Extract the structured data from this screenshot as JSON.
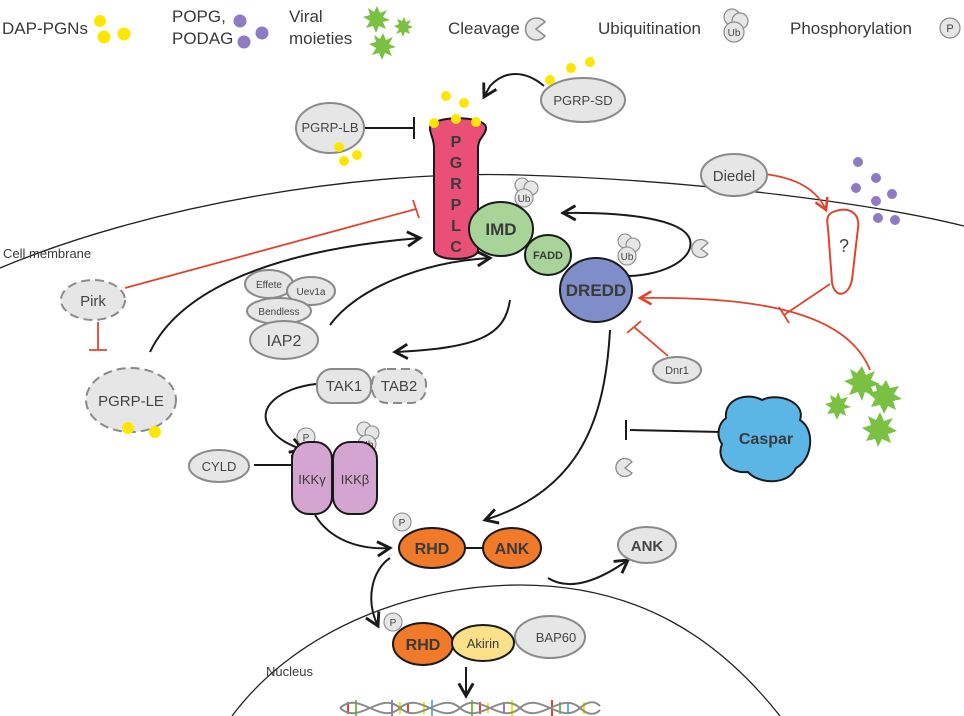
{
  "legend": {
    "dap_pgns": "DAP-PGNs",
    "popg_line1": "POPG,",
    "popg_line2": "PODAG",
    "viral_line1": "Viral",
    "viral_line2": "moieties",
    "cleavage": "Cleavage",
    "ubiquitination": "Ubiquitination",
    "phosphorylation": "Phosphorylation",
    "ub": "Ub",
    "p": "P"
  },
  "labels": {
    "cell_membrane": "Cell membrane",
    "nucleus": "Nucleus"
  },
  "nodes": {
    "pgrp_sd": "PGRP-SD",
    "pgrp_lb": "PGRP-LB",
    "pgrp_lc_letters": [
      "P",
      "G",
      "R",
      "P",
      "L",
      "C"
    ],
    "imd": "IMD",
    "fadd": "FADD",
    "dredd": "DREDD",
    "diedel": "Diedel",
    "unknown_receptor": "?",
    "pirk": "Pirk",
    "effete": "Effete",
    "uev1a": "Uev1a",
    "bendless": "Bendless",
    "iap2": "IAP2",
    "pgrp_le": "PGRP-LE",
    "tak1": "TAK1",
    "tab2": "TAB2",
    "dnr1": "Dnr1",
    "caspar": "Caspar",
    "cyld": "CYLD",
    "ikk_gamma": "IKKγ",
    "ikk_beta": "IKKβ",
    "rhd": "RHD",
    "ank": "ANK",
    "ank_cleaved": "ANK",
    "rhd_nuclear": "RHD",
    "akirin": "Akirin",
    "bap60": "BAP60"
  },
  "colors": {
    "yellow_pgn": "#fde700",
    "purple_lipid": "#8e7bc4",
    "viral_green": "#7ac143",
    "pgrp_lc": "#e94f77",
    "imd": "#a8d49a",
    "dredd": "#7f8ec8",
    "ikk": "#d4a5d0",
    "rhd_ank": "#f07a2a",
    "akirin": "#fbe08a",
    "caspar": "#5bb6e6",
    "grey_node": "#e6e6e6",
    "inhibition_red": "#e0452c"
  }
}
